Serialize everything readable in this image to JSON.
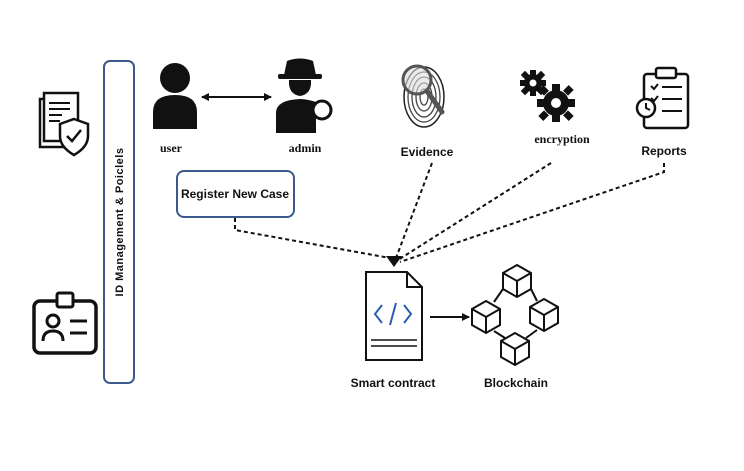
{
  "sidebar": {
    "label": "ID Management & Poiclels"
  },
  "nodes": {
    "user": "user",
    "admin": "admin",
    "evidence": "Evidence",
    "encryption": "encryption",
    "reports": "Reports",
    "register_case": "Register New Case",
    "smart_contract": "Smart contract",
    "blockchain": "Blockchain"
  },
  "icons": {
    "policy_document": "policy-document-shield-icon",
    "id_card": "id-card-icon",
    "user": "user-icon",
    "admin": "detective-icon",
    "evidence": "fingerprint-magnifier-icon",
    "encryption": "gears-icon",
    "reports": "clipboard-report-icon",
    "smart_contract": "code-document-icon",
    "blockchain": "blockchain-cubes-icon"
  },
  "colors": {
    "accent_border": "#3a5a8c",
    "code_accent": "#2a5db0",
    "ink": "#111111"
  }
}
